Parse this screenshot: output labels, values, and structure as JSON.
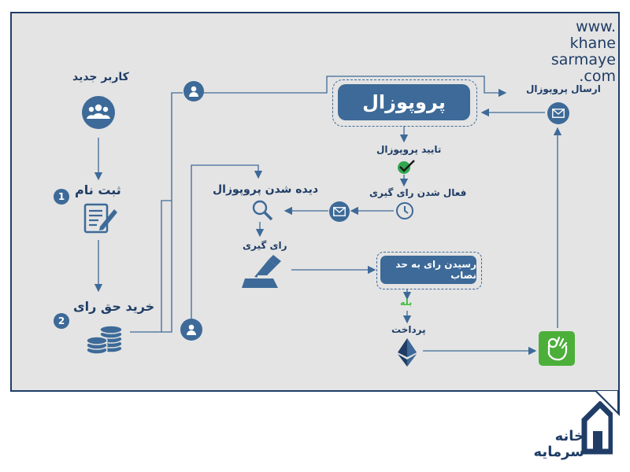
{
  "website": {
    "line1": "www.",
    "line2": "khane",
    "line3": "sarmaye",
    "line4": ".com"
  },
  "flow": {
    "new_user": "کاربر جدید",
    "register": "ثبت نام",
    "register_step": "1",
    "buy_vote": "خرید حق رای",
    "buy_vote_step": "2",
    "proposal": "پروپوزال",
    "send_proposal": "ارسال پروپوزال",
    "approve_proposal": "تایید پروپوزال",
    "activate_voting": "فعال شدن رای گیری",
    "view_proposal": "دیده شدن پروپوزال",
    "vote": "رای گیری",
    "quorum": "رسیدن رای به حد نصاب",
    "yes": "بله",
    "payment": "پرداخت"
  },
  "logo": {
    "line1": "خانه",
    "line2": "سرمایه"
  },
  "colors": {
    "primary": "#3d6a98",
    "dark": "#1f3d66",
    "check": "#2fa84f",
    "yes": "#3bbf3b",
    "green_box": "#4caf3a",
    "background": "#e4e4e4"
  }
}
